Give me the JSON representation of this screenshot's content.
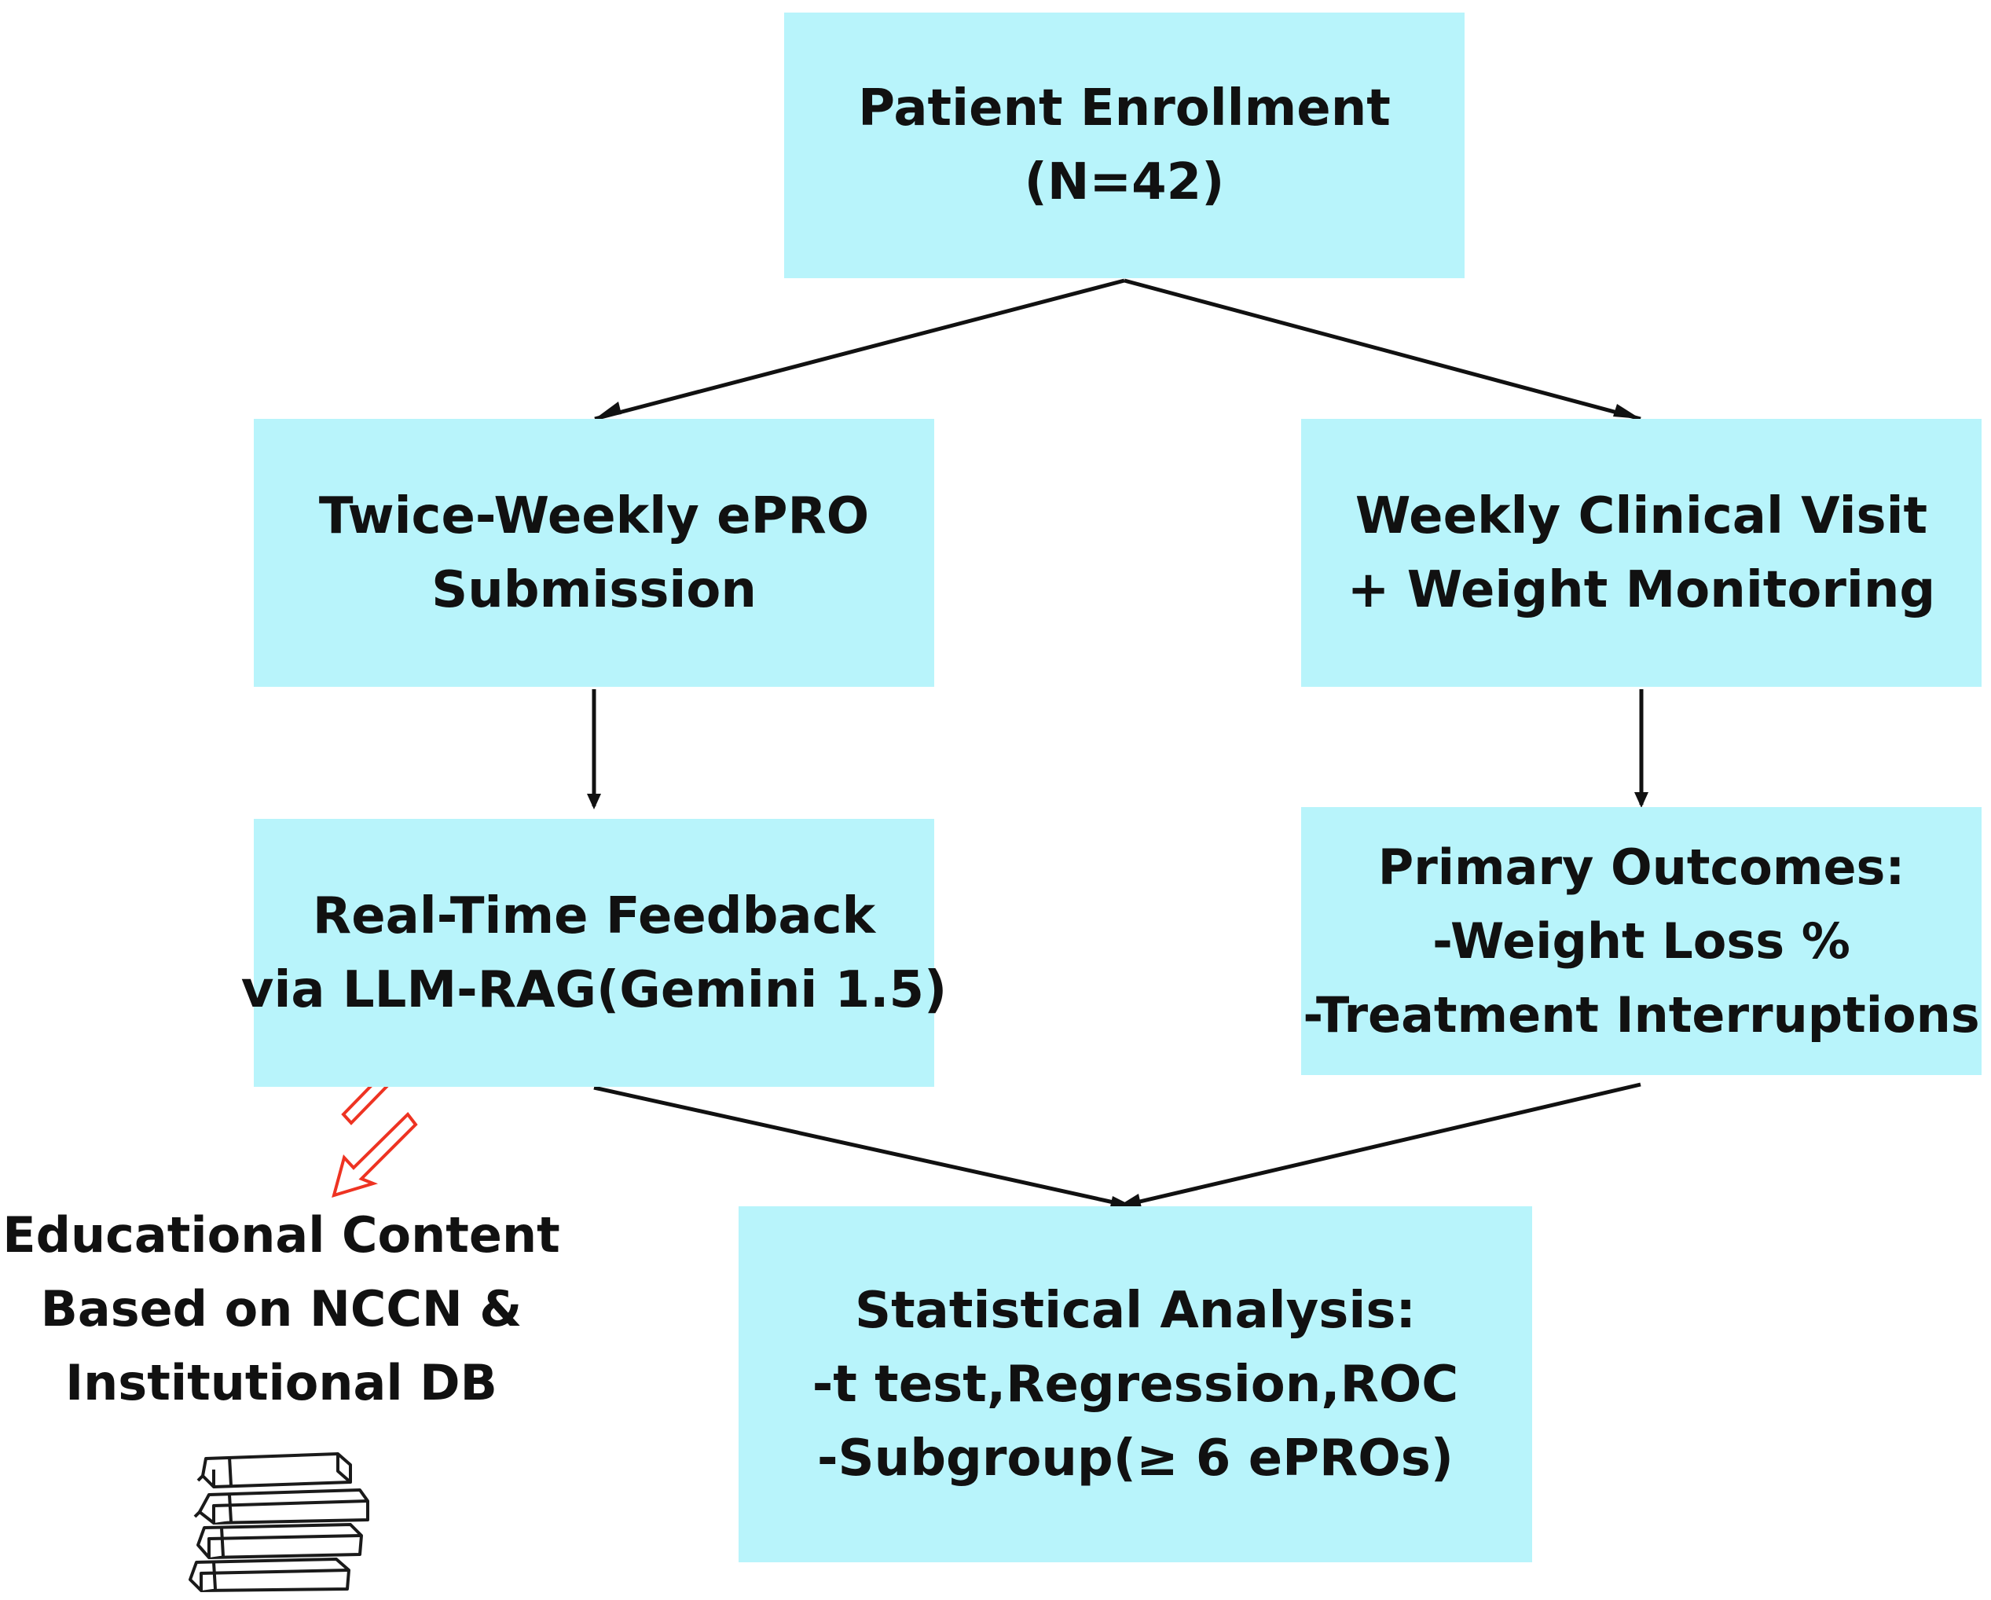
{
  "nodes": {
    "enrollment": [
      "Patient Enrollment",
      "(N=42)"
    ],
    "epro": [
      "Twice-Weekly ePRO",
      "Submission"
    ],
    "visit": [
      "Weekly Clinical Visit",
      "+ Weight Monitoring"
    ],
    "feedback": [
      "Real-Time Feedback",
      "via LLM-RAG(Gemini 1.5)"
    ],
    "outcomes": [
      "Primary Outcomes:",
      "-Weight Loss %",
      "-Treatment Interruptions"
    ],
    "stats": [
      "Statistical Analysis:",
      "-t  test,Regression,ROC",
      "-Subgroup(≥ 6 ePROs)"
    ],
    "education": [
      "Educational Content",
      "Based on NCCN &",
      "Institutional DB"
    ]
  },
  "edges": [
    {
      "from": "enrollment",
      "to": "epro"
    },
    {
      "from": "enrollment",
      "to": "visit"
    },
    {
      "from": "epro",
      "to": "feedback"
    },
    {
      "from": "visit",
      "to": "outcomes"
    },
    {
      "from": "feedback",
      "to": "stats"
    },
    {
      "from": "outcomes",
      "to": "stats"
    },
    {
      "from": "feedback",
      "to": "education",
      "bidirectional": true
    }
  ],
  "icons": {
    "books": "stack-of-books-icon",
    "exchange": "double-arrow-icon"
  },
  "colors": {
    "box_fill": "#b8f4fb",
    "text": "#111111",
    "arrow": "#111111",
    "exchange_arrow": "#ee3322"
  }
}
